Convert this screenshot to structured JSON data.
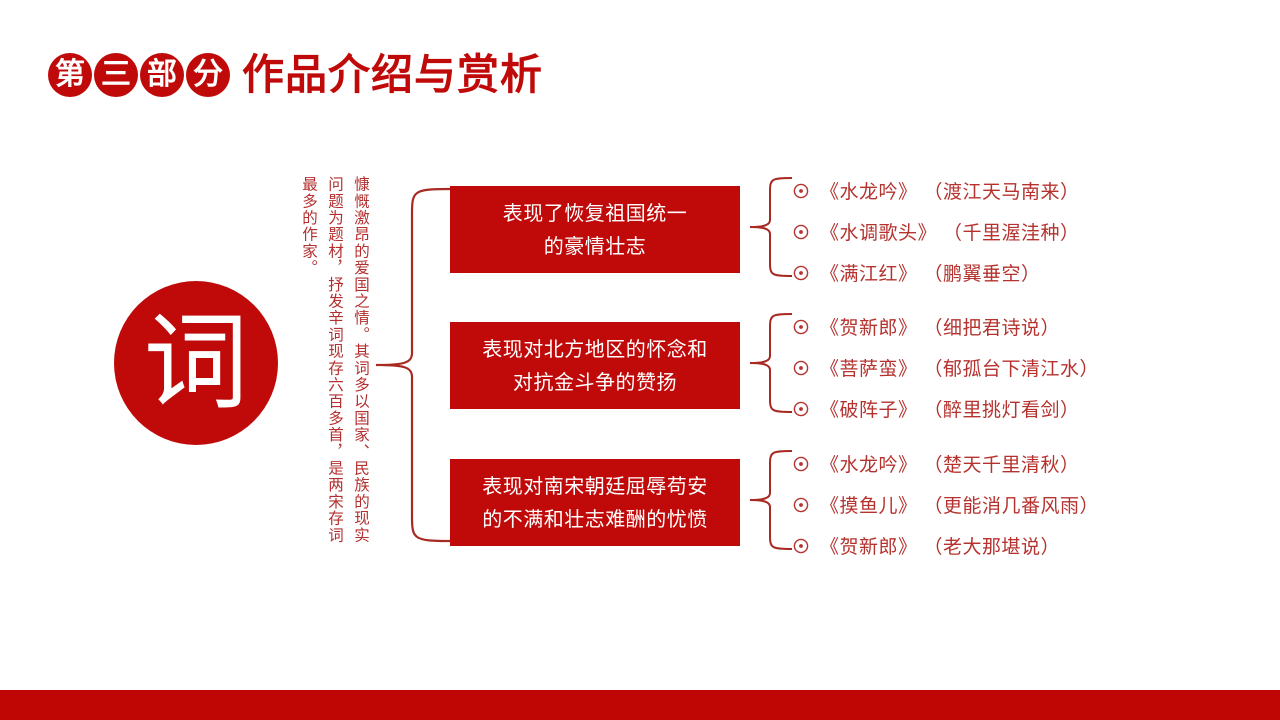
{
  "slide": {
    "title": {
      "badges": [
        "第",
        "三",
        "部",
        "分"
      ],
      "heading": "作品介绍与赏析"
    },
    "circle_label": "词",
    "intro_vertical": "慷慨激昂的爱国之情。其词多以国家、民族的现实问题为题材，抒发辛词现存六百多首，是两宋存词最多的作家。",
    "categories": [
      {
        "line1": "表现了恢复祖国统一",
        "line2": "的豪情壮志",
        "poems": [
          {
            "bullet": "circled-dot-icon",
            "title": "《水龙吟》",
            "sub": "（渡江天马南来）"
          },
          {
            "bullet": "circled-dot-icon",
            "title": "《水调歌头》",
            "sub": "（千里渥洼种）"
          },
          {
            "bullet": "circled-dot-icon",
            "title": "《满江红》",
            "sub": "（鹏翼垂空）"
          }
        ]
      },
      {
        "line1": "表现对北方地区的怀念和",
        "line2": "对抗金斗争的赞扬",
        "poems": [
          {
            "bullet": "circled-dot-icon",
            "title": "《贺新郎》",
            "sub": "（细把君诗说）"
          },
          {
            "bullet": "circled-dot-icon",
            "title": "《菩萨蛮》",
            "sub": "（郁孤台下清江水）"
          },
          {
            "bullet": "circled-dot-icon",
            "title": "《破阵子》",
            "sub": "（醉里挑灯看剑）"
          }
        ]
      },
      {
        "line1": "表现对南宋朝廷屈辱苟安",
        "line2": "的不满和壮志难酬的忧愤",
        "poems": [
          {
            "bullet": "circled-dot-icon",
            "title": "《水龙吟》",
            "sub": "（楚天千里清秋）"
          },
          {
            "bullet": "circled-dot-icon",
            "title": "《摸鱼儿》",
            "sub": "（更能消几番风雨）"
          },
          {
            "bullet": "circled-dot-icon",
            "title": "《贺新郎》",
            "sub": "（老大那堪说）"
          }
        ]
      }
    ],
    "colors": {
      "primary_red": "#c00a0a",
      "bar_red": "#c00505",
      "text_red": "#b5322e",
      "line_red": "#a82822",
      "background": "#ffffff"
    }
  }
}
